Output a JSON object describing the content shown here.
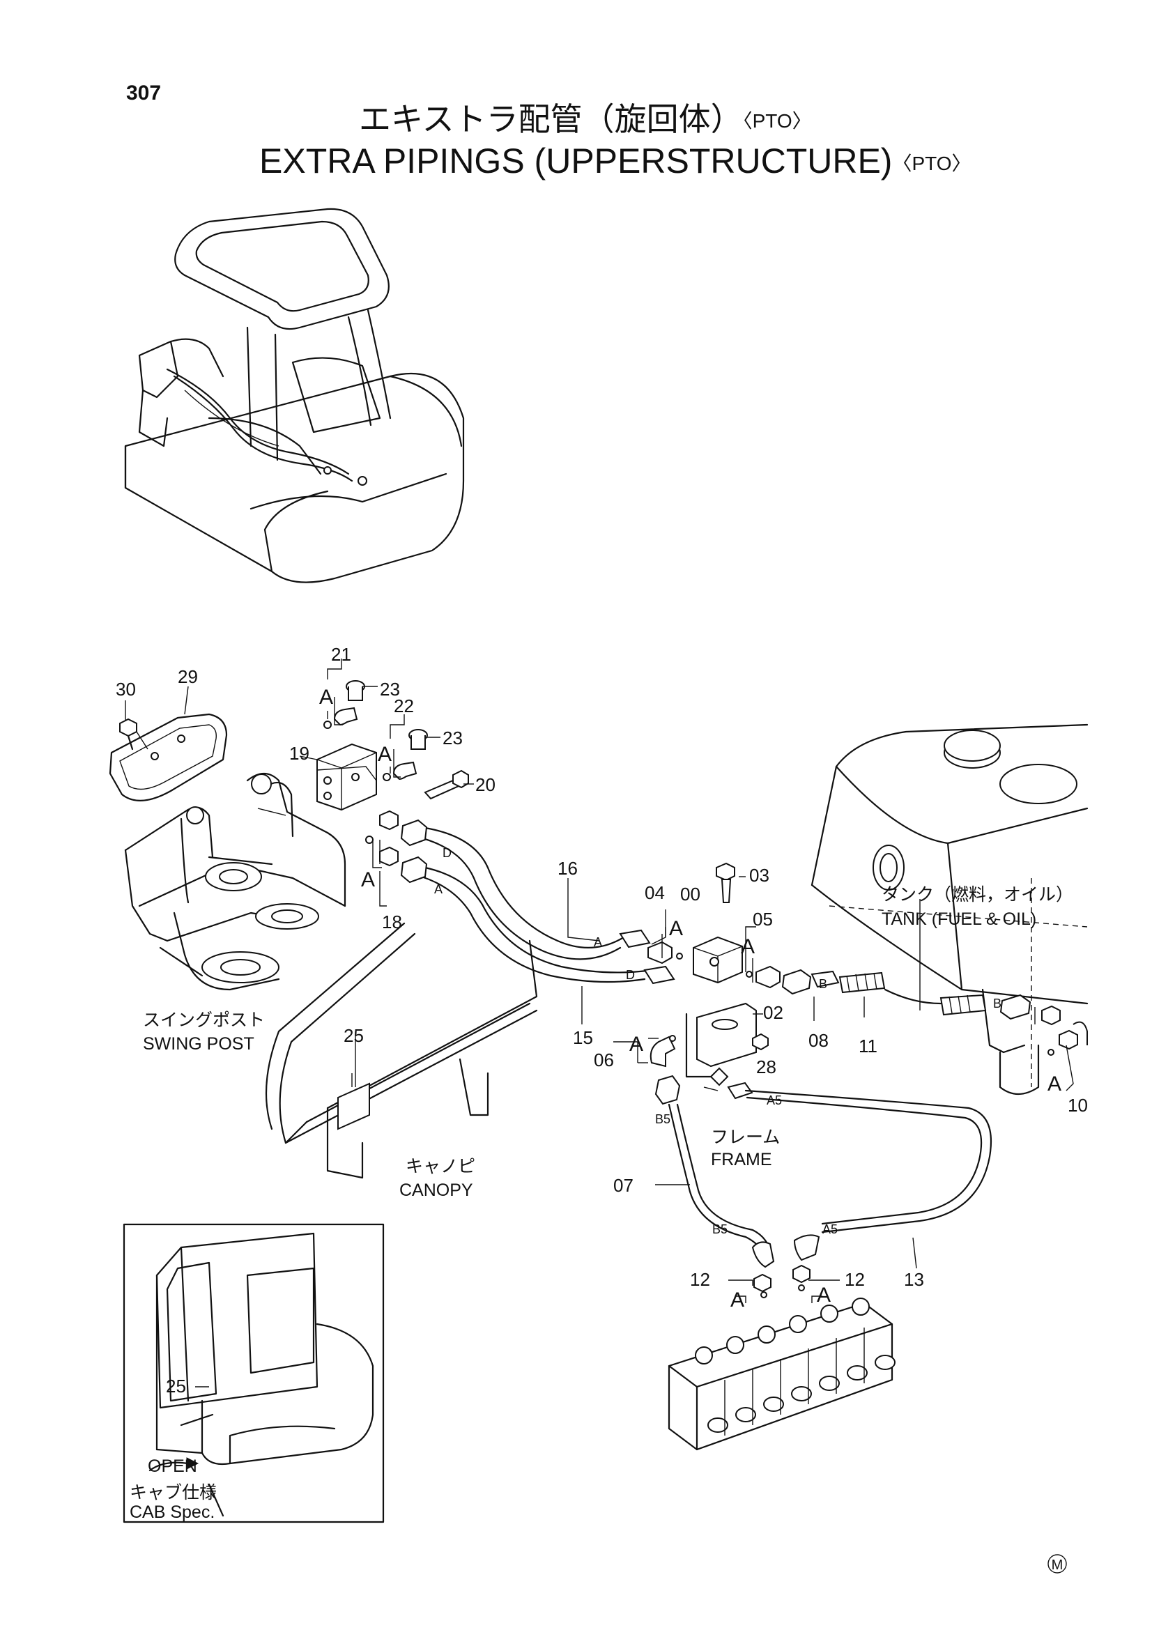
{
  "page_number": "307",
  "title_jp": "エキストラ配管（旋回体）",
  "title_en": "EXTRA PIPINGS (UPPERSTRUCTURE)",
  "title_suffix": "〈PTO〉",
  "part_numbers": {
    "p00": "00",
    "p02": "02",
    "p03": "03",
    "p04": "04",
    "p05": "05",
    "p06": "06",
    "p07": "07",
    "p08": "08",
    "p10": "10",
    "p11": "11",
    "p12a": "12",
    "p12b": "12",
    "p13": "13",
    "p15": "15",
    "p16": "16",
    "p18": "18",
    "p19": "19",
    "p20": "20",
    "p21": "21",
    "p22": "22",
    "p23a": "23",
    "p23b": "23",
    "p25": "25",
    "p25cab": "25",
    "p28": "28",
    "p29": "29",
    "p30": "30"
  },
  "detail_marks": {
    "a": "A",
    "b": "B",
    "d": "D",
    "a5": "A5",
    "b5": "B5"
  },
  "annotations": {
    "swing_post_jp": "スイングポスト",
    "swing_post_en": "SWING POST",
    "tank_jp": "タンク（燃料，オイル）",
    "tank_en": "TANK (FUEL & OIL)",
    "frame_jp": "フレーム",
    "frame_en": "FRAME",
    "canopy_jp": "キャノピ",
    "canopy_en": "CANOPY",
    "open": "OPEN",
    "cab_spec_jp": "キャブ仕様",
    "cab_spec_en": "CAB Spec."
  },
  "footer_mark": "M"
}
